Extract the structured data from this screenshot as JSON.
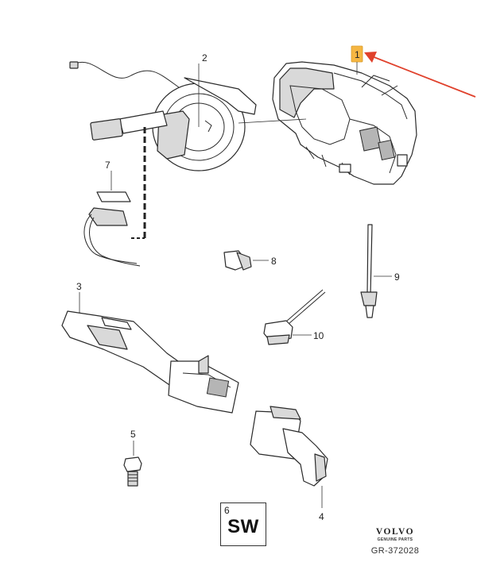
{
  "callouts": {
    "c1": "1",
    "c2": "2",
    "c3": "3",
    "c4": "4",
    "c5": "5",
    "c6": "6",
    "c7": "7",
    "c8": "8",
    "c9": "9",
    "c10": "10"
  },
  "sw_label": {
    "number": "6",
    "code": "SW"
  },
  "footer": {
    "brand": "VOLVO",
    "brand_sub": "GENUINE PARTS",
    "reference": "GR-372028"
  },
  "highlight": {
    "callout_fill": "#f5b642",
    "arrow_color": "#e0412c"
  }
}
